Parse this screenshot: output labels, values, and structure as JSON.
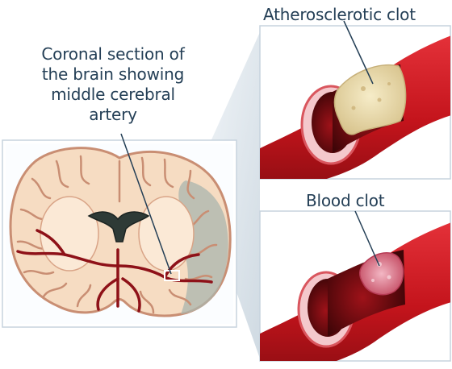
{
  "brain_caption": {
    "line1": "Coronal section of",
    "line2": "the brain showing",
    "line3": "middle cerebral",
    "line4": "artery"
  },
  "panels": {
    "atherosclerotic": {
      "title": "Atherosclerotic clot"
    },
    "blood": {
      "title": "Blood clot"
    }
  },
  "colors": {
    "label_text": "#243f56",
    "artery_red": "#c8141c",
    "artery_dark": "#7a0c10",
    "brain_cream": "#f6dcc2",
    "brain_folds": "#c98e73",
    "plaque": "#e9dcae",
    "blood_clot": "#d9687f",
    "panel_shadow": "#9fb4c4"
  }
}
